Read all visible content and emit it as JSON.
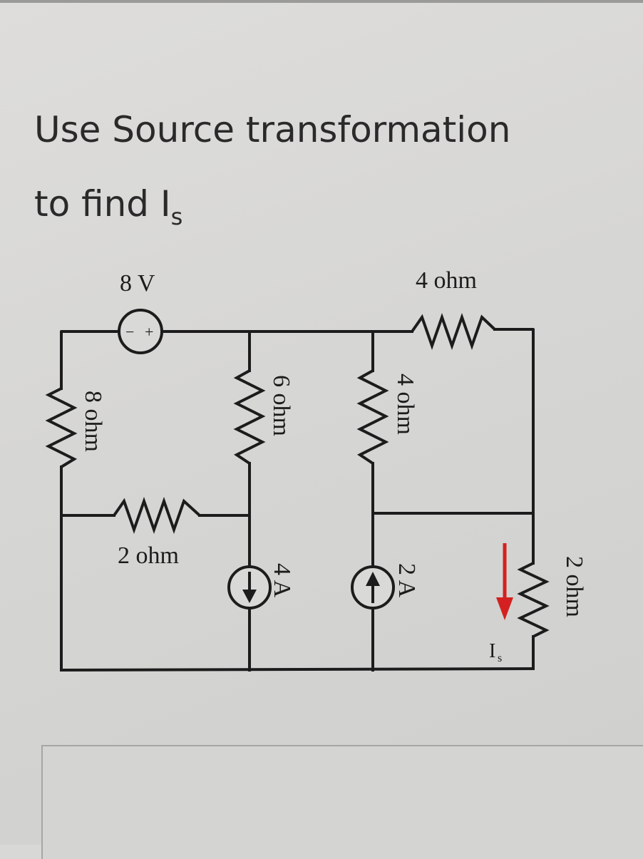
{
  "question": {
    "line1": "Use Source transformation",
    "line2_prefix": "to find I",
    "line2_sub": "s"
  },
  "circuit": {
    "voltage_source": {
      "label": "8 V",
      "polarity_left": "−",
      "polarity_right": "+"
    },
    "resistor_top": {
      "label": "4 ohm"
    },
    "resistor_left": {
      "label": "8 ohm"
    },
    "resistor_mid_left": {
      "label": "6 ohm"
    },
    "resistor_mid_right": {
      "label": "4 ohm"
    },
    "resistor_bottom_left": {
      "label": "2 ohm"
    },
    "resistor_right": {
      "label": "2 ohm"
    },
    "current_source_4a": {
      "label": "4 A",
      "direction": "down"
    },
    "current_source_2a": {
      "label": "2 A",
      "direction": "up"
    },
    "current_indicator": {
      "label_main": "I",
      "label_sub": "s",
      "color": "#d42020",
      "direction": "down"
    }
  },
  "answer": {
    "value": ""
  }
}
